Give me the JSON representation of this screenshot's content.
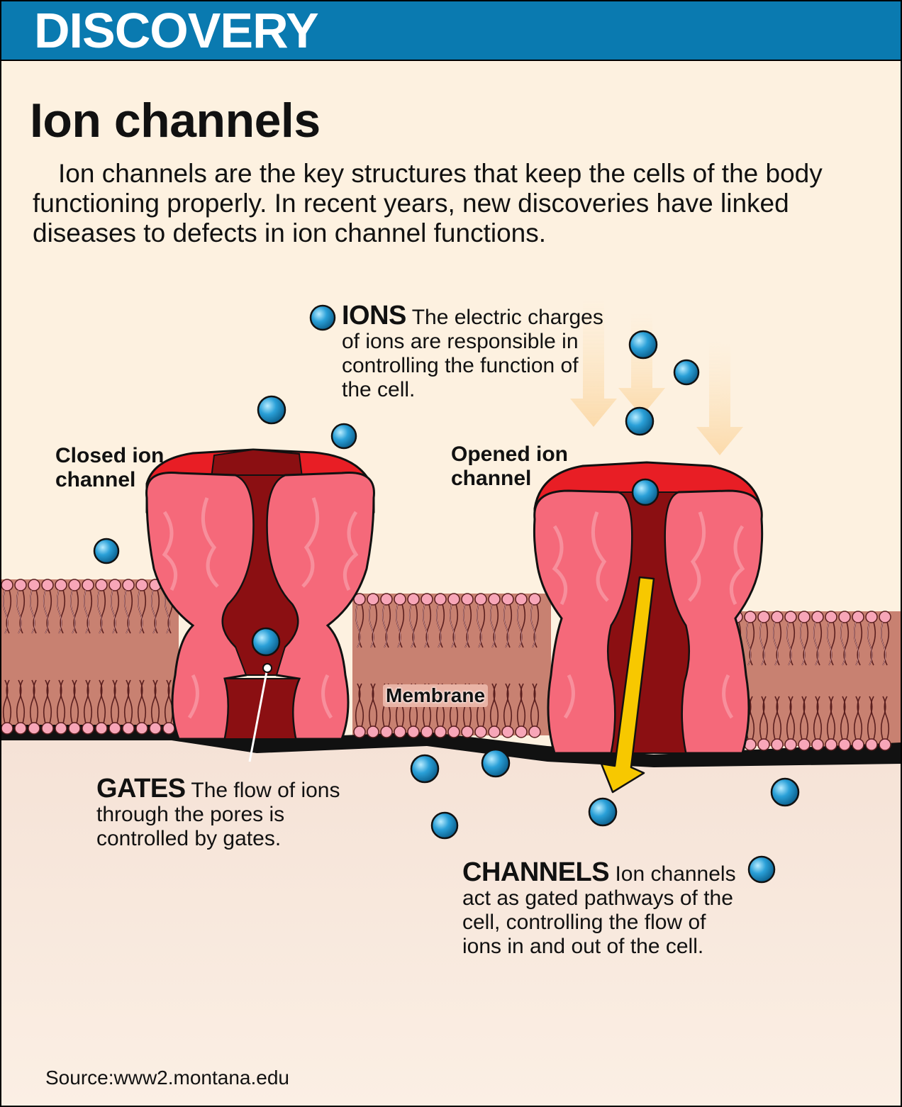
{
  "banner": {
    "text": "DISCOVERY"
  },
  "title": "Ion channels",
  "intro": "Ion channels are the key structures that keep the cells of the body functioning properly. In recent years, new discoveries have linked diseases to defects in ion channel functions.",
  "labels": {
    "closed_channel": "Closed ion channel",
    "opened_channel": "Opened ion channel",
    "membrane": "Membrane",
    "ions": {
      "heading": "IONS",
      "text": "The electric charges of ions are responsible in controlling the function of the cell."
    },
    "gates": {
      "heading": "GATES",
      "text": "The flow of ions through the pores is controlled by gates."
    },
    "channels": {
      "heading": "CHANNELS",
      "text": "Ion channels act as gated pathways of the cell, controlling the flow of ions in and out of the cell."
    }
  },
  "source": "Source:www2.montana.edu",
  "colors": {
    "banner": "#0a7ab0",
    "background": "#fdf1e0",
    "protein": "#f5697a",
    "protein_dark": "#8b0f12",
    "ion": "#2aa0d8",
    "arrow": "#f7c800",
    "lipid_head": "#f7a6b8",
    "membrane_core": "#c57e6e"
  }
}
